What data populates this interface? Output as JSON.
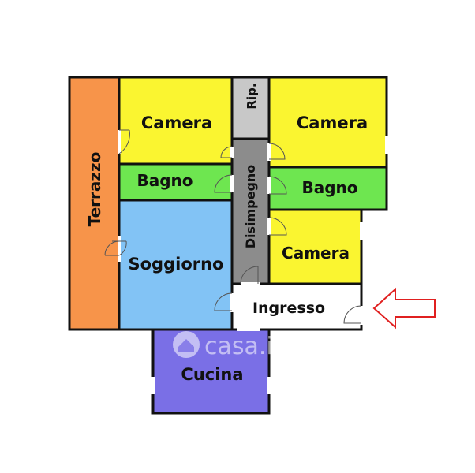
{
  "plan": {
    "colors": {
      "terrace": "#F7944A",
      "bedroom": "#FAF530",
      "bathroom": "#6EE650",
      "living": "#82C3F5",
      "kitchen": "#7A6FE6",
      "hall": "#8C8C8C",
      "storage": "#C8C8C8",
      "entrance": "#FFFFFF",
      "wall": "#111111",
      "arrow": "#E02020"
    },
    "rooms": {
      "terrazzo": "Terrazzo",
      "camera_1": "Camera",
      "rip": "Rip.",
      "camera_2": "Camera",
      "bagno_1": "Bagno",
      "disimpegno": "Disimpegno",
      "bagno_2": "Bagno",
      "soggiorno": "Soggiorno",
      "camera_3": "Camera",
      "ingresso": "Ingresso",
      "cucina": "Cucina"
    },
    "entrance_arrow_icon": "entrance-arrow-icon"
  },
  "watermark": {
    "text": "casa.it"
  }
}
